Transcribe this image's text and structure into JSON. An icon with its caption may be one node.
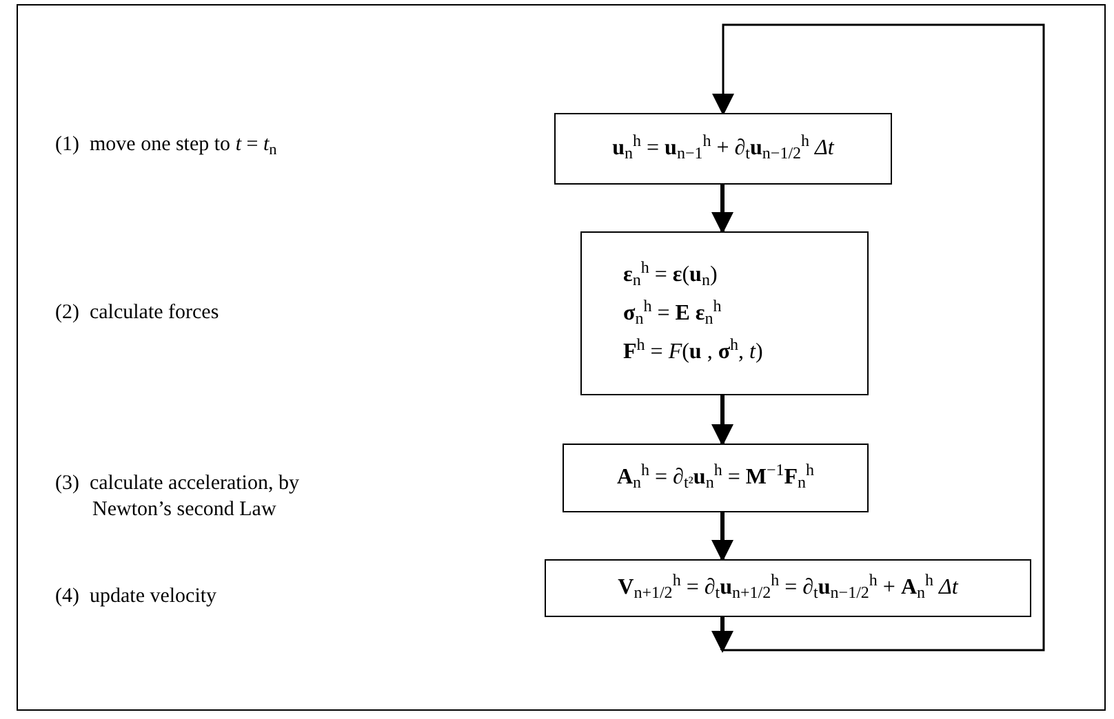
{
  "diagram": {
    "nodes": [
      {
        "text": [
          "**u**$_{n}$$^{h}$ = **u**$_{n−1}$$^{h}$ + ∂$_{t}$**u**$_{n−1/2}$$^{h}$ *Δt*"
        ]
      },
      {
        "text": [
          "**ε**$_{n}$$^{h}$ = **ε**(**u**$_{n}$)",
          "**σ**$_{n}$$^{h}$ = **E ε**$_{n}$$^{h}$",
          "**F**$^{h}$ = *F*(**u** , **σ**$^{h}$, *t*)"
        ]
      },
      {
        "text": [
          "**A**$_{n}$$^{h}$ = ∂$_{t²}$**u**$_{n}$$^{h}$ = **M**$^{−1}$**F**$_{n}$$^{h}$"
        ]
      },
      {
        "text": [
          "**V**$_{n+1/2}$$^{h}$ = ∂$_{t}$**u**$_{n+1/2}$$^{h}$ = ∂$_{t}$**u**$_{n−1/2}$$^{h}$ + **A**$_{n}$$^{h}$ *Δt*"
        ]
      }
    ],
    "edges": [
      {
        "from": null,
        "to": 0,
        "arrow": "to"
      },
      {
        "from": 0,
        "to": 1,
        "arrow": "to"
      },
      {
        "from": 1,
        "to": 2,
        "arrow": "to"
      },
      {
        "from": 2,
        "to": 3,
        "arrow": "to"
      },
      {
        "from": 3,
        "to": null,
        "arrow": "to"
      }
    ],
    "labels": [
      "(1)  move one step to *t* = *t*$_{n}$",
      "(2)  calculate forces",
      "(3)  calculate acceleration, by Newton’s second Law",
      "(4)  update velocity"
    ]
  }
}
